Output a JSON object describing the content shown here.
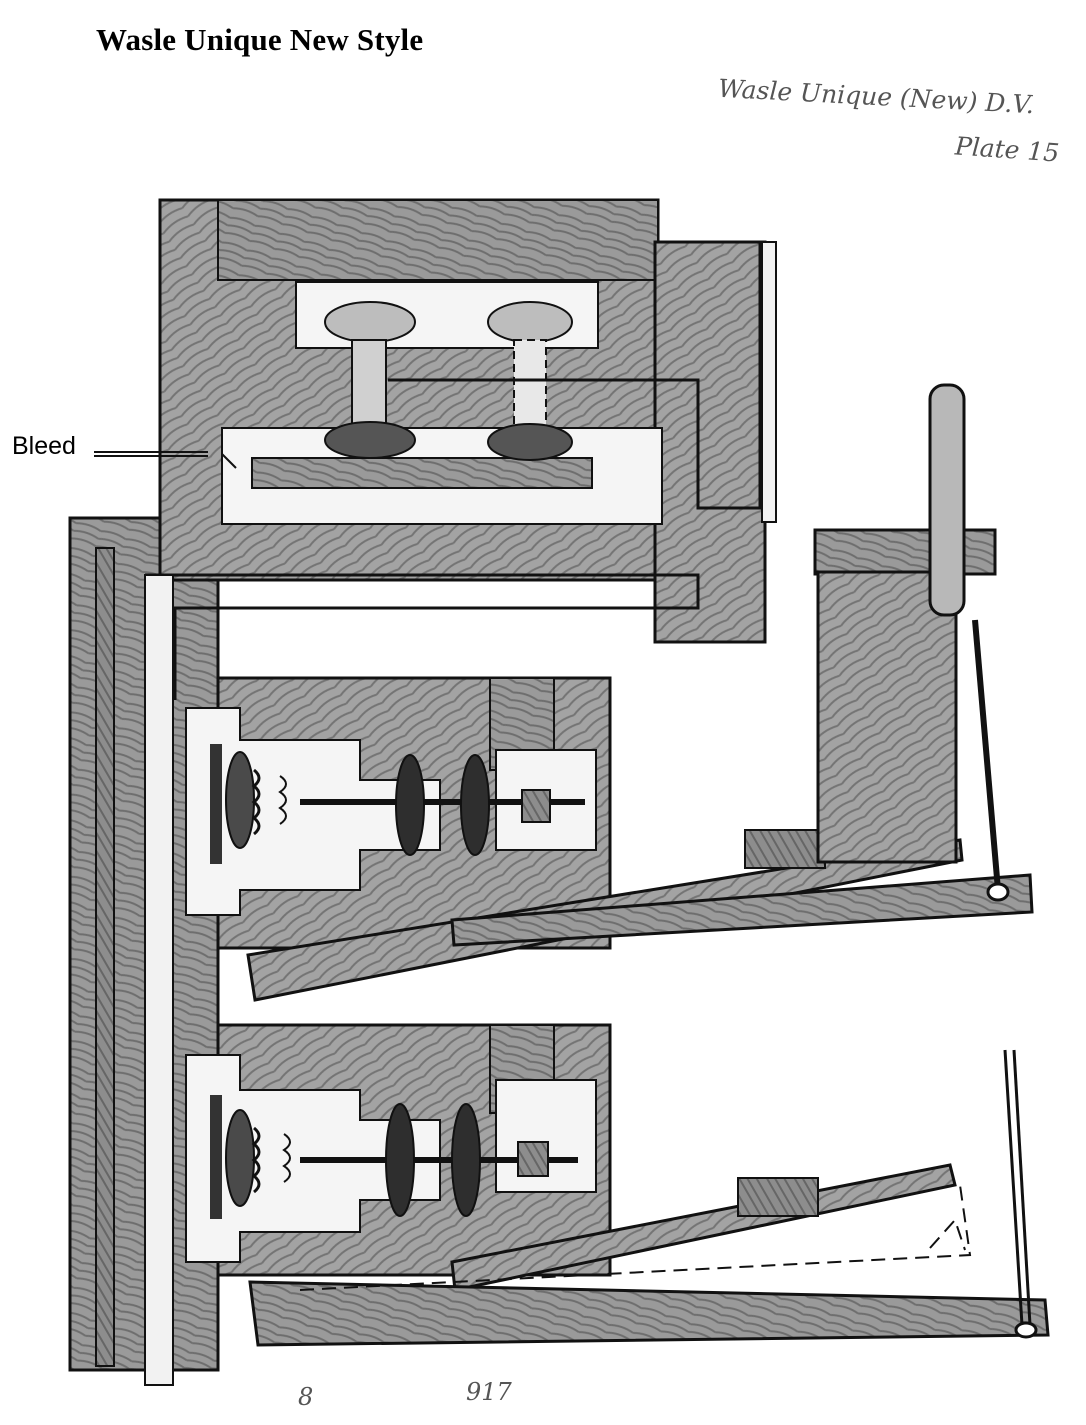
{
  "header": {
    "title": "Wasle Unique New Style"
  },
  "annotations": {
    "handwritten_line1": "Wasle Unique (New) D.V.",
    "handwritten_line2": "Plate 15",
    "bleed_label": "Bleed",
    "footnote_left": "8",
    "footnote_right": "917"
  },
  "colors": {
    "wood": "#8f8f8f",
    "wood_light": "#b4b4b4",
    "channel": "#f2f2f2",
    "ink": "#111111"
  }
}
